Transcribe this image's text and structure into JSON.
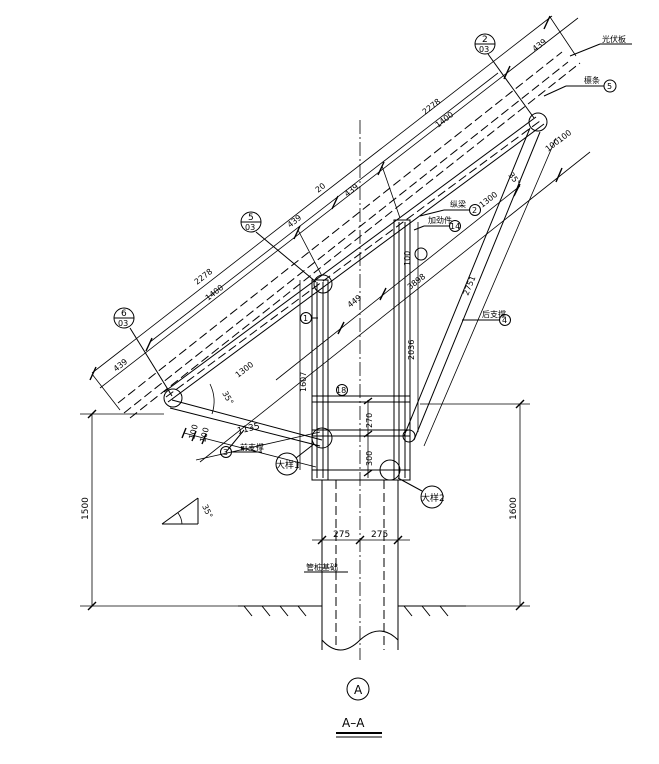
{
  "dims": {
    "top_right_439": "439",
    "top_total_2278": "2278",
    "top_mid_1400": "1400",
    "top_center_439": "439",
    "gap_20": "20",
    "top_left_439": "439",
    "left_total_2278": "2278",
    "left_mid_1400": "1400",
    "left_end_439": "439",
    "span_1300_right": "1300",
    "span_3898": "3898",
    "span_449": "449",
    "span_1300_left": "1300",
    "angle_right": "35°",
    "angle_left": "35°",
    "angle_triangle": "35°",
    "dim_1135": "1135",
    "dim_100_a": "100",
    "dim_100_b": "100",
    "dim_100_c": "100",
    "dim_100_d": "100",
    "back_brace_len": "2751",
    "col_left_height": "1607",
    "col_right_height": "2036",
    "dim_270": "270",
    "dim_300": "300",
    "dim_275_left": "275",
    "dim_275_right": "275",
    "height_1500": "1500",
    "height_1600": "1600",
    "dim_100_small": "100"
  },
  "callouts": {
    "pv_panel": "光伏板",
    "purlin": "檩条",
    "purlin_num": "5",
    "rail": "纵梁",
    "rail_num": "2",
    "stiffener": "加劲件",
    "stiffener_num": "14",
    "rear_brace": "后支撑",
    "rear_brace_num": "4",
    "front_brace": "前支撑",
    "front_brace_num": "3",
    "column_num": "1",
    "plate_num": "18",
    "pile": "管桩基础"
  },
  "detail_refs": {
    "ref_top": {
      "num": "2",
      "sheet": "03"
    },
    "ref_mid": {
      "num": "5",
      "sheet": "03"
    },
    "ref_left": {
      "num": "6",
      "sheet": "03"
    },
    "detail1": "大样1",
    "detail2": "大样2"
  },
  "title": {
    "symbol": "A",
    "section": "A–A"
  }
}
